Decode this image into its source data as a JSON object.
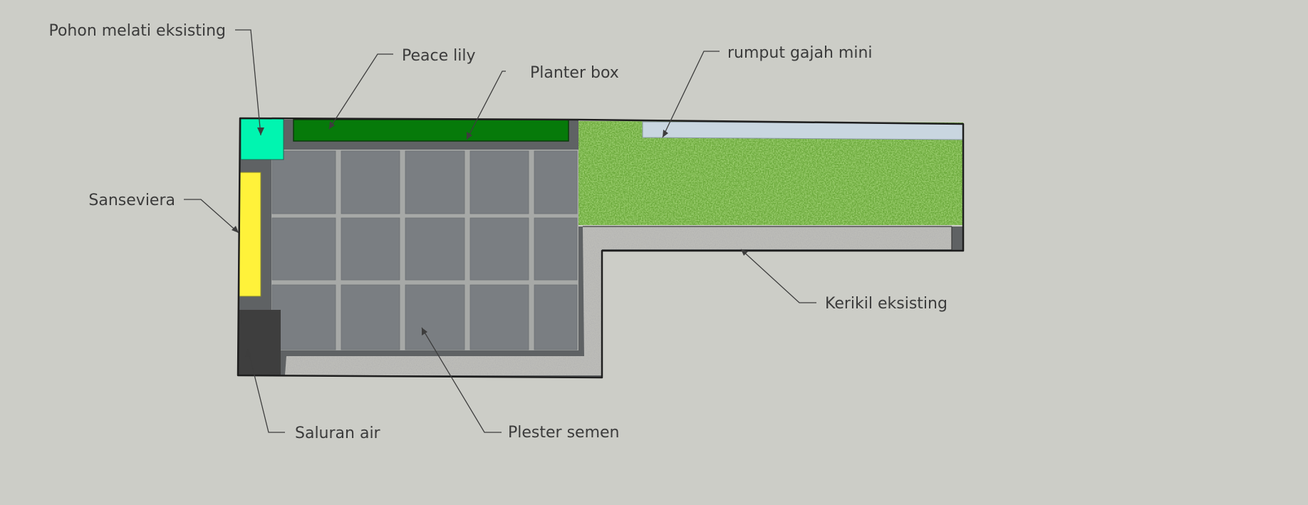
{
  "labels": {
    "pohon_melati": "Pohon melati eksisting",
    "peace_lily": "Peace lily",
    "planter_box": "Planter box",
    "rumput_gajah": "rumput gajah mini",
    "sanseviera": "Sanseviera",
    "kerikil": "Kerikil eksisting",
    "saluran_air": "Saluran air",
    "plester_semen": "Plester semen"
  },
  "colors": {
    "background": "#cccdc7",
    "pohon_melati": "#00f5b0",
    "peace_lily": "#067a0a",
    "sanseviera": "#fff23a",
    "saluran_air": "#3e3e3e",
    "plester_semen": "#7a7e82",
    "concrete_border": "#5f6264",
    "grass": "#6aa83a",
    "gravel": "#bcbcb8",
    "planter_box_strip": "#c9d6e0"
  }
}
